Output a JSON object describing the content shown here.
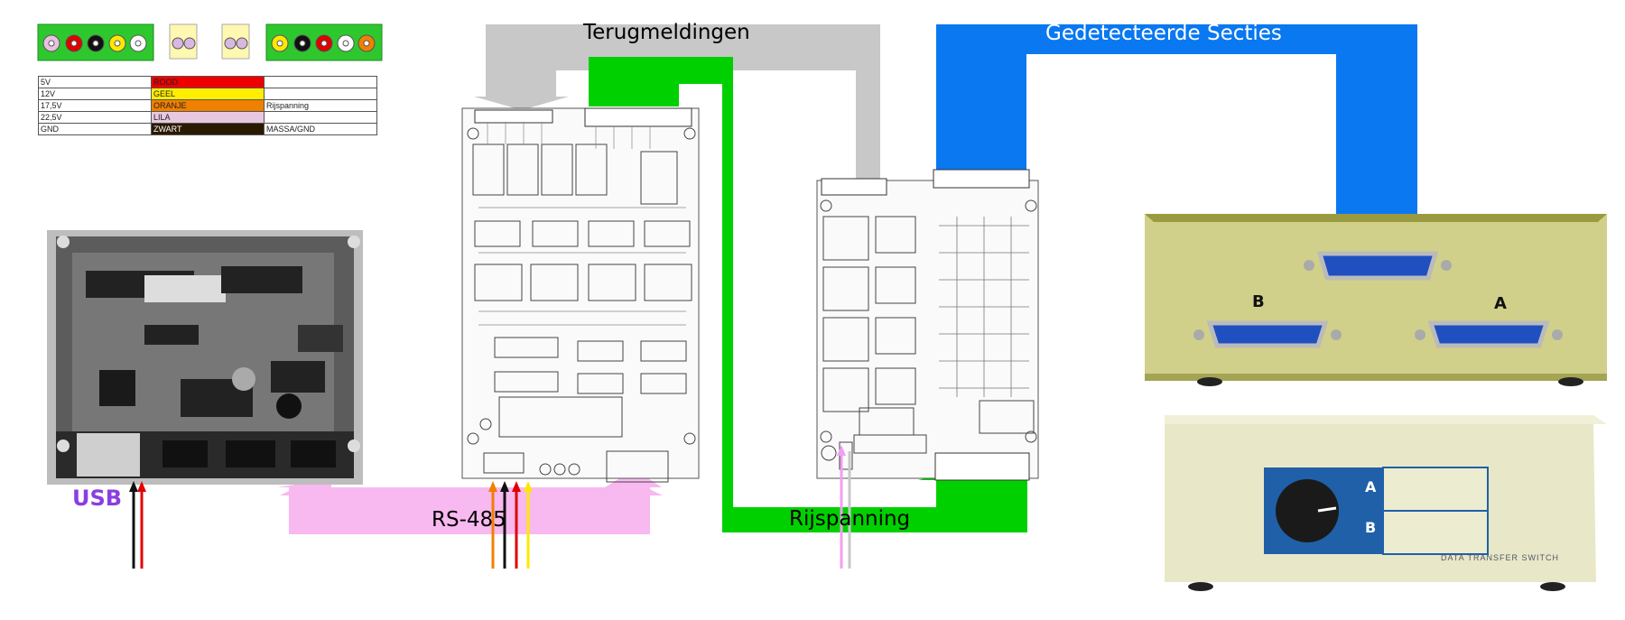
{
  "labels": {
    "terugmeldingen": "Terugmeldingen",
    "gedetecteerde": "Gedetecteerde Secties",
    "rs485": "RS-485",
    "rijspanning": "Rijspanning",
    "usb": "USB",
    "port_a": "A",
    "port_b": "B",
    "switch_a": "A",
    "switch_b": "B",
    "switch_caption": "DATA TRANSFER SWITCH"
  },
  "color_table": {
    "rows": [
      {
        "voltage": "5V",
        "color_name": "ROOD",
        "note": "",
        "swatch": "#ee0000"
      },
      {
        "voltage": "12V",
        "color_name": "GEEL",
        "note": "",
        "swatch": "#ffee00"
      },
      {
        "voltage": "17,5V",
        "color_name": "ORANJE",
        "note": "Rijspanning",
        "swatch": "#f08000"
      },
      {
        "voltage": "22,5V",
        "color_name": "LILA",
        "note": "",
        "swatch": "#e8c8e0"
      },
      {
        "voltage": "GND",
        "color_name": "ZWART",
        "note": "MASSA/GND",
        "swatch": "#2a1a00"
      }
    ]
  },
  "colors": {
    "feedback_gray": "#c8c8c8",
    "detected_blue": "#0a78f0",
    "track_green": "#00d000",
    "rs485_pink": "#f8b8f0",
    "usb_purple": "#8a3ee0",
    "switch_body": "#e8e8c8",
    "switch_body_top": "#b8b860",
    "connector_blue": "#2050c0"
  }
}
